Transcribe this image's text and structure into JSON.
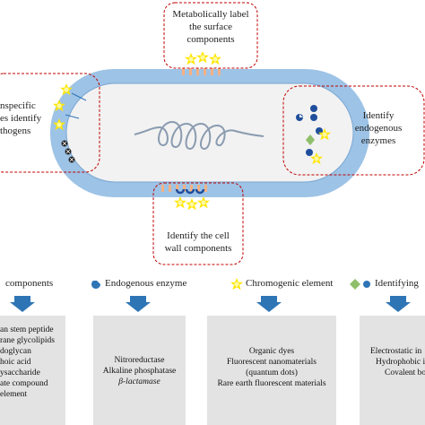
{
  "callouts": {
    "top": [
      "Metabolically label",
      "the surface",
      "components"
    ],
    "left": [
      "nspecific",
      "es identify",
      "thogens"
    ],
    "right": [
      "Identify",
      "endogenous",
      "enzymes"
    ],
    "bottom": [
      "Identify the cell",
      "wall components"
    ]
  },
  "legend": {
    "components": "components",
    "enzyme": "Endogenous enzyme",
    "chromogenic": "Chromogenic element",
    "identifying": "Identifying"
  },
  "panels": {
    "components": [
      "an stem peptide",
      "rane glycolipids",
      "doglycan",
      "hoic acid",
      "ysaccharide",
      "ate compound",
      "element"
    ],
    "enzyme": [
      "Nitroreductase",
      "Alkaline phosphatase",
      "β-lactamase"
    ],
    "chromogenic": [
      "Organic dyes",
      "Fluorescent nanomaterials",
      "(quantum dots)",
      "Rare earth fluorescent materials"
    ],
    "identifying": [
      "Electrostatic in",
      "Hydrophobic i",
      "Covalent bo"
    ]
  },
  "colors": {
    "membrane": "#9dc3e6",
    "cytoplasm": "#f2f2f2",
    "star": "#ffe600",
    "dash": "#c00000",
    "arrow": "#2e75b6",
    "enzyme": "#1f4e9c",
    "diamond": "#8fbf6a",
    "panel": "#e3e3e3"
  }
}
